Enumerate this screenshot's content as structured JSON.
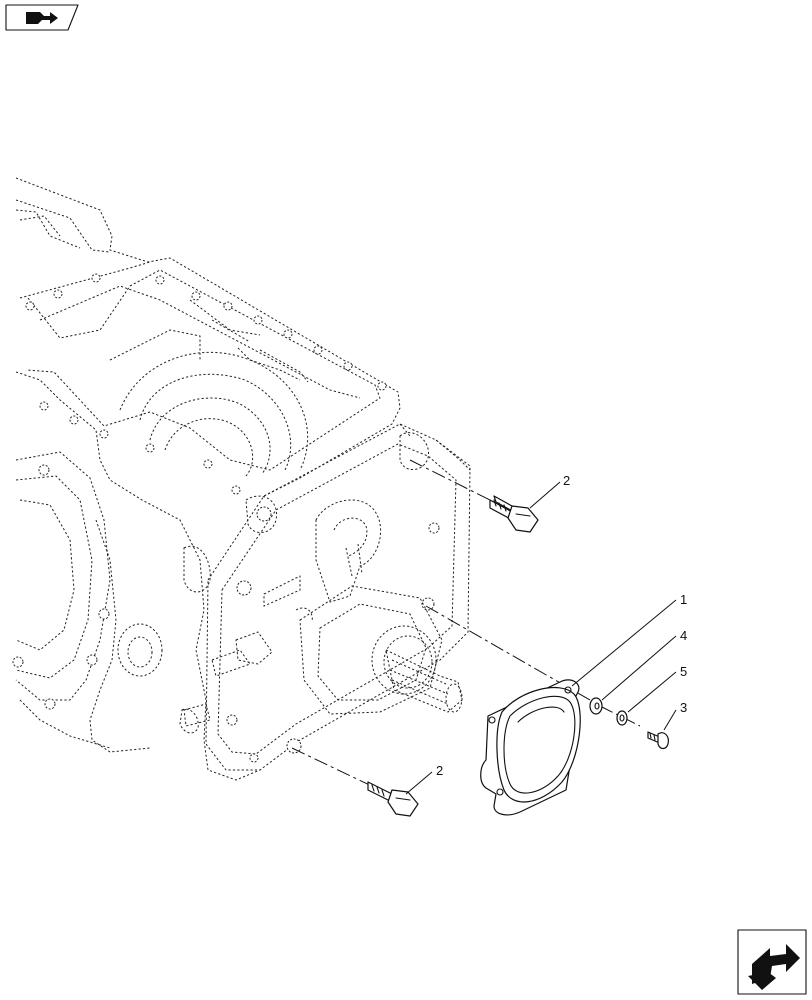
{
  "nav": {
    "top_icon": "book-arrow-icon",
    "bottom_icon": "return-arrow-icon"
  },
  "callouts": [
    {
      "label": "1",
      "part": "cover"
    },
    {
      "label": "4",
      "part": "washer"
    },
    {
      "label": "5",
      "part": "lock-washer"
    },
    {
      "label": "3",
      "part": "cap-screw"
    },
    {
      "label": "2",
      "part": "bolt-upper"
    },
    {
      "label": "2",
      "part": "bolt-lower"
    }
  ]
}
